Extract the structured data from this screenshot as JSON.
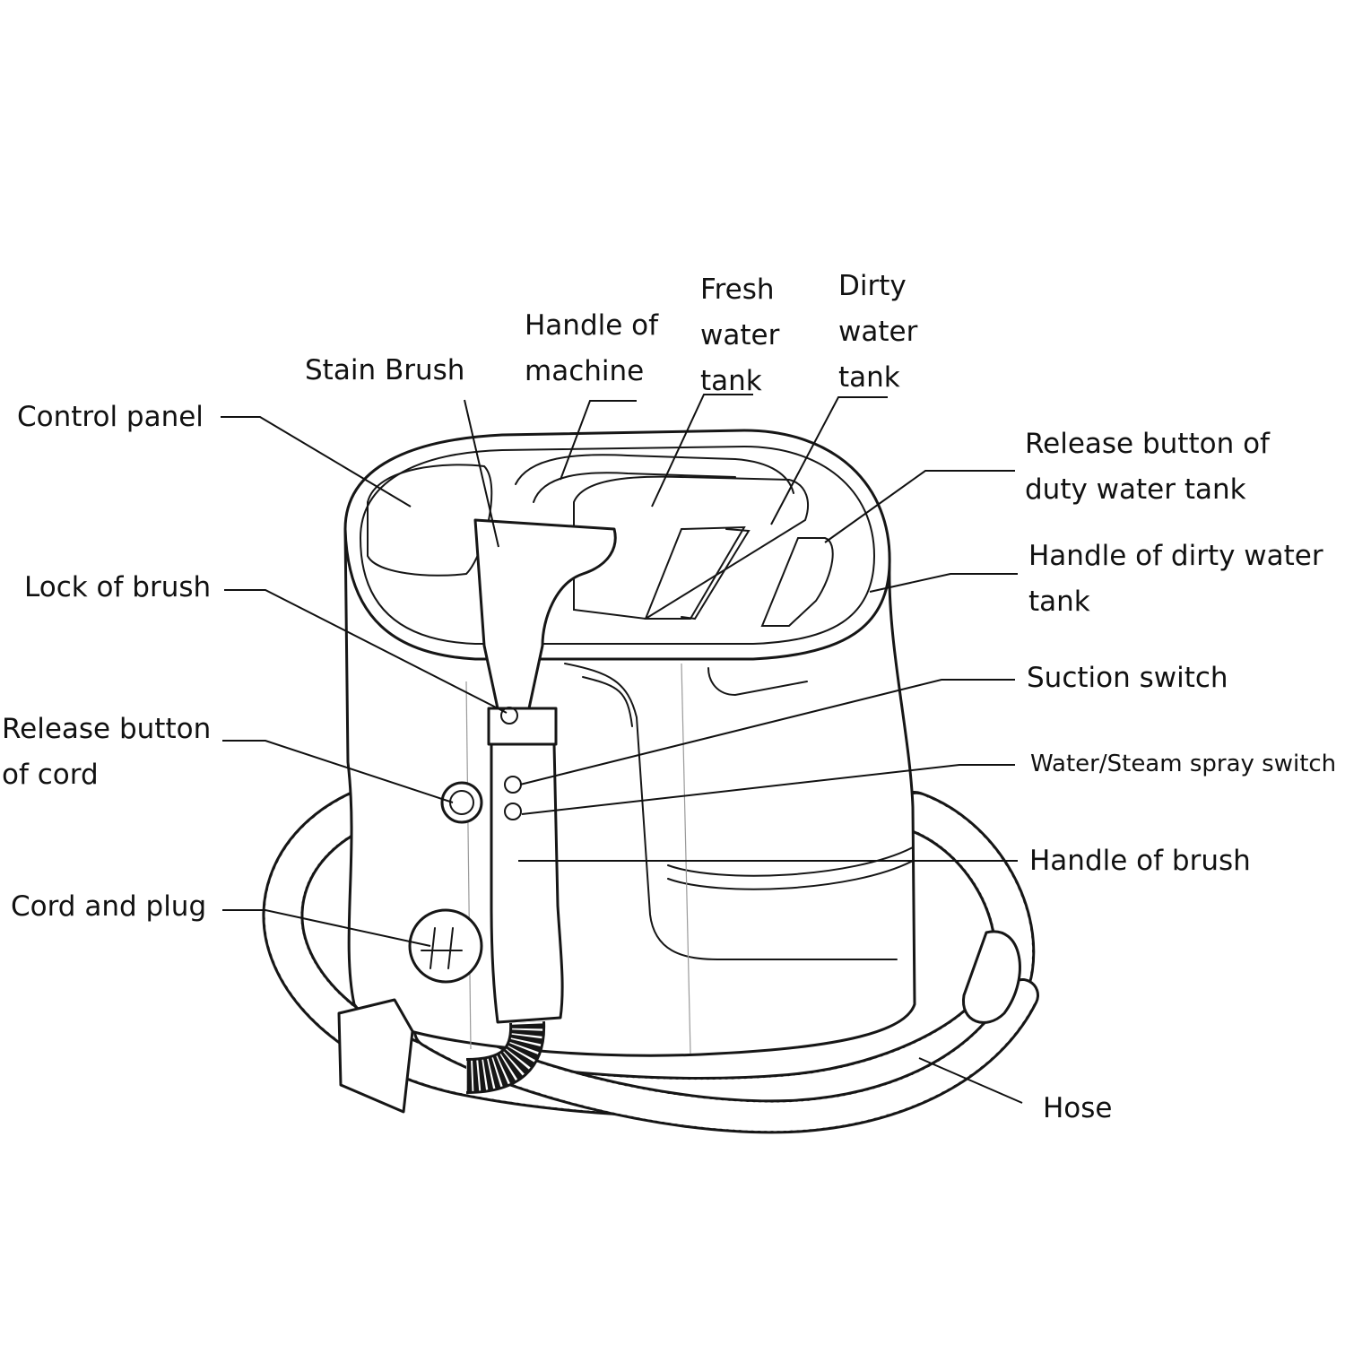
{
  "labels": {
    "control_panel": "Control panel",
    "stain_brush": "Stain Brush",
    "handle_machine": [
      "Handle of",
      "machine"
    ],
    "fresh_tank": [
      "Fresh",
      "water",
      "tank"
    ],
    "dirty_tank": [
      "Dirty",
      "water",
      "tank"
    ],
    "release_dirty": [
      "Release button of",
      "duty water tank"
    ],
    "handle_dirty": [
      "Handle of dirty water",
      "tank"
    ],
    "lock_brush": "Lock of brush",
    "release_cord": [
      "Release button",
      "of cord"
    ],
    "suction_switch": "Suction switch",
    "spray_switch": "Water/Steam spray switch",
    "handle_brush": "Handle of brush",
    "cord_plug": "Cord and plug",
    "hose": "Hose"
  },
  "colors": {
    "ink": "#111111",
    "background": "#ffffff"
  }
}
